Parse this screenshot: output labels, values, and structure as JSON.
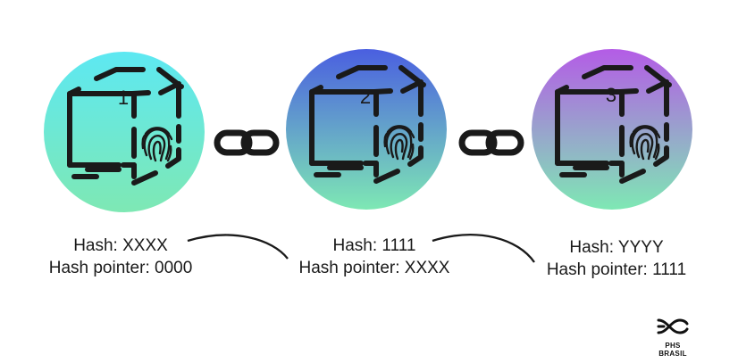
{
  "blocks": [
    {
      "number": "1",
      "hash_line": "Hash: XXXX",
      "pointer_line": "Hash pointer: 0000",
      "gradient": [
        "#5de8f2",
        "#7ee8b4"
      ]
    },
    {
      "number": "2",
      "hash_line": "Hash: 1111",
      "pointer_line": "Hash pointer: XXXX",
      "gradient": [
        "#4a5fe0",
        "#7ee8b4"
      ]
    },
    {
      "number": "3",
      "hash_line": "Hash: YYYY",
      "pointer_line": "Hash pointer: 1111",
      "gradient": [
        "#b45ce6",
        "#7ee8b4"
      ]
    }
  ],
  "brand": {
    "name": "PHS BRASIL"
  },
  "colors": {
    "ink": "#1a1a1a",
    "bg": "#ffffff"
  },
  "icons": [
    "cube-icon",
    "fingerprint-icon",
    "chain-link-icon",
    "phs-brasil-logo-icon"
  ]
}
